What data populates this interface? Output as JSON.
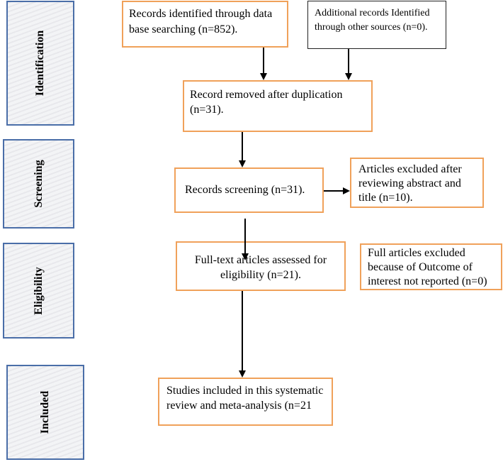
{
  "phases": {
    "identification": "Identification",
    "screening": "Screening",
    "eligibility": "Eligibility",
    "included": "Included"
  },
  "boxes": {
    "records_identified": "Records identified through data base searching (n=852).",
    "additional_records": "Additional records Identified through other sources (n=0).",
    "removed_duplication": "Record removed after duplication (n=31).",
    "records_screening": "Records screening (n=31).",
    "articles_excluded": "Articles excluded after reviewing abstract and title (n=10).",
    "fulltext_assessed": "Full-text articles assessed for eligibility (n=21).",
    "full_excluded": "Full articles excluded because of Outcome of interest not reported (n=0)",
    "studies_included": "Studies included in this systematic review and meta-analysis (n=21"
  },
  "colors": {
    "phase_border": "#4a6ea8",
    "box_border": "#f0a15a",
    "arrow": "#000000"
  }
}
